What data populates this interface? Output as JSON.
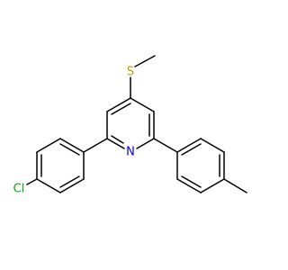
{
  "molecule": {
    "atoms": {
      "S": {
        "symbol": "S",
        "color": "#b8a000"
      },
      "N": {
        "symbol": "N",
        "color": "#0000ff"
      },
      "Cl": {
        "symbol": "Cl",
        "color": "#00b000"
      }
    },
    "bond_color": "#000000"
  }
}
